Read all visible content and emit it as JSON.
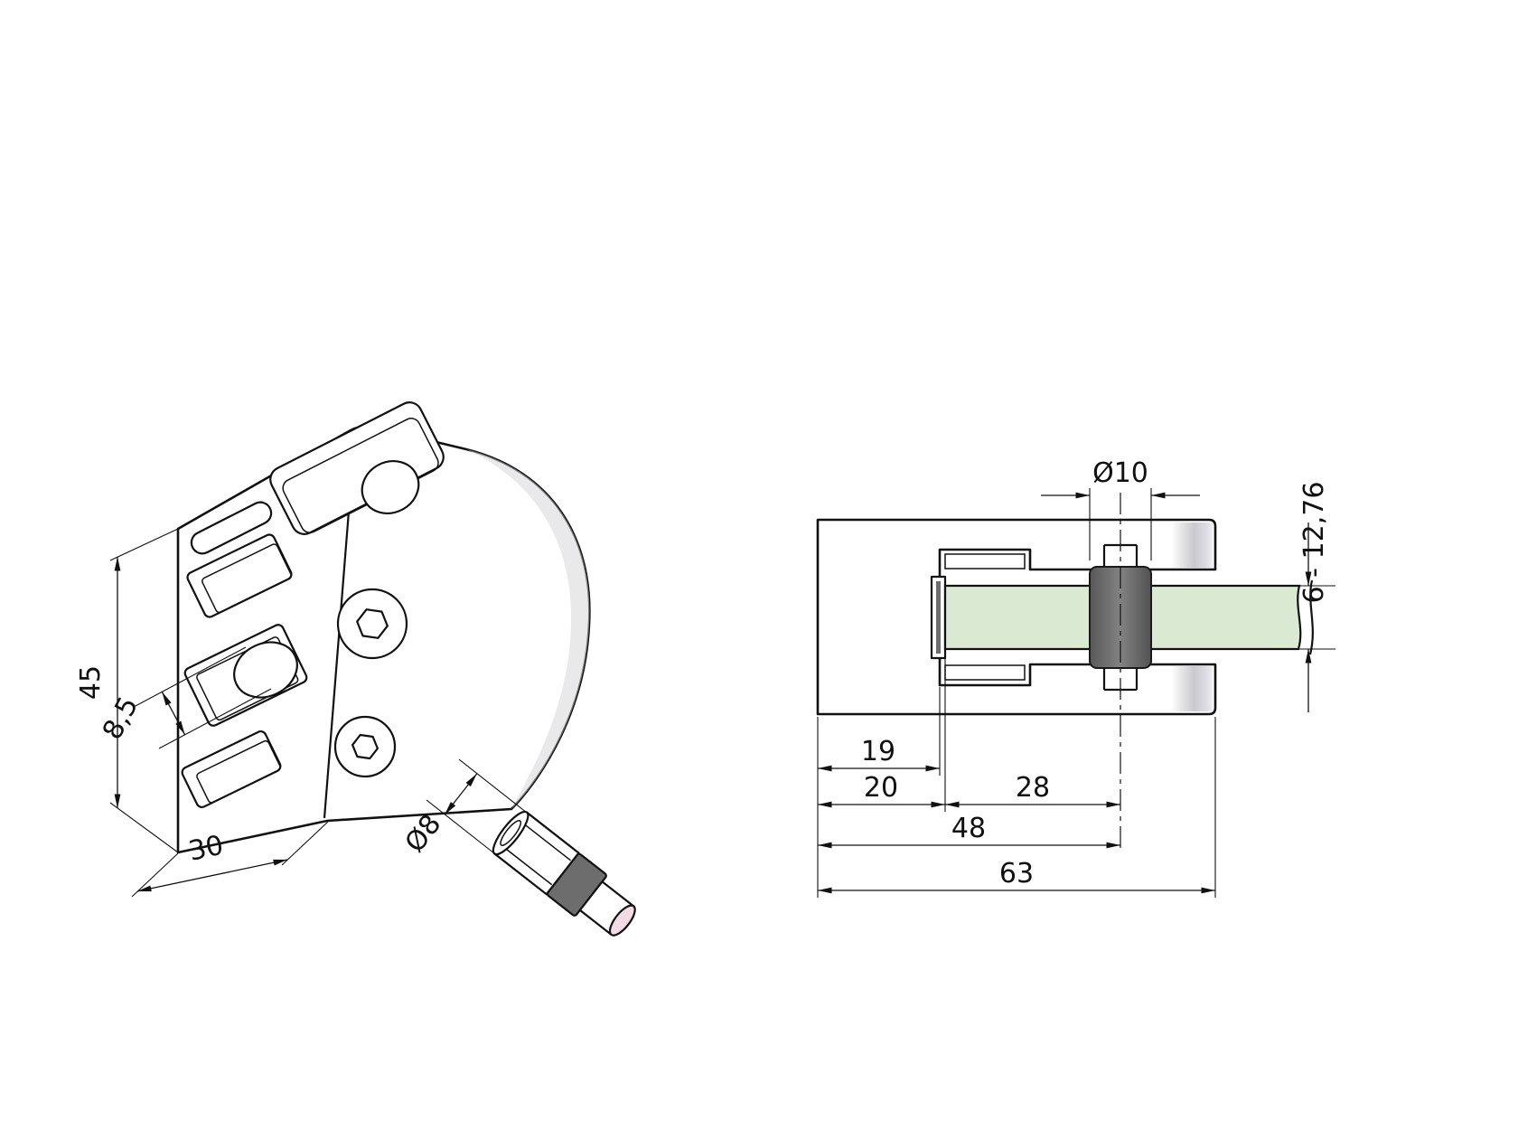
{
  "dimensions": {
    "isometric": {
      "height": "45",
      "hole_offset": "8,5",
      "depth": "30"
    },
    "pin": {
      "diameter": "Ø8"
    },
    "section": {
      "hole_diameter": "Ø10",
      "glass_thickness_range": "6 - 12,76",
      "jaw_depth": "19",
      "glass_inset": "20",
      "pin_offset": "28",
      "pin_center": "48",
      "overall_length": "63"
    }
  },
  "colors": {
    "line": "#111111",
    "glass": "#d9e9d2",
    "rubber": "#6d6d6d",
    "pin_tip": "#f3dbe6"
  }
}
